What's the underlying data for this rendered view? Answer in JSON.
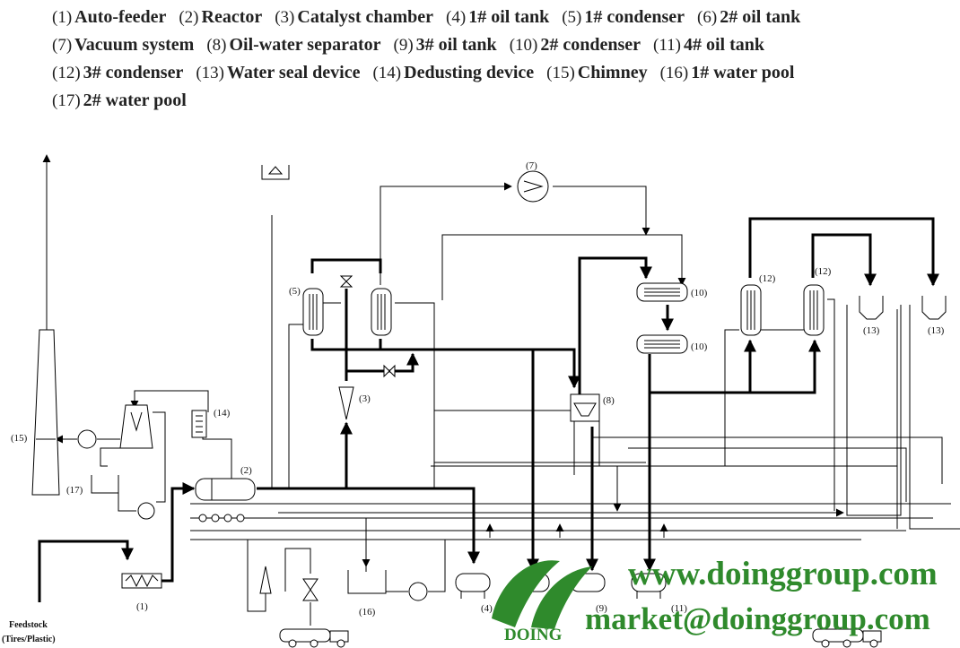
{
  "legend": [
    [
      {
        "num": "(1)",
        "name": "Auto-feeder"
      },
      {
        "num": "(2)",
        "name": "Reactor"
      },
      {
        "num": "(3)",
        "name": "Catalyst chamber"
      },
      {
        "num": "(4)",
        "name": "1# oil tank"
      },
      {
        "num": "(5)",
        "name": "1# condenser"
      },
      {
        "num": "(6)",
        "name": "2# oil tank"
      }
    ],
    [
      {
        "num": "(7)",
        "name": "Vacuum system"
      },
      {
        "num": "(8)",
        "name": "Oil-water separator"
      },
      {
        "num": "(9)",
        "name": "3# oil tank"
      },
      {
        "num": "(10)",
        "name": "2# condenser"
      },
      {
        "num": "(11)",
        "name": "4# oil tank"
      }
    ],
    [
      {
        "num": "(12)",
        "name": "3# condenser"
      },
      {
        "num": "(13)",
        "name": "Water seal device"
      },
      {
        "num": "(14)",
        "name": "Dedusting device"
      },
      {
        "num": "(15)",
        "name": "Chimney"
      },
      {
        "num": "(16)",
        "name": "1# water pool"
      }
    ],
    [
      {
        "num": "(17)",
        "name": "2# water pool"
      }
    ]
  ],
  "labels": {
    "l1": "(1)",
    "l2": "(2)",
    "l3": "(3)",
    "l4": "(4)",
    "l5": "(5)",
    "l7": "(7)",
    "l8": "(8)",
    "l9": "(9)",
    "l10a": "(10)",
    "l10b": "(10)",
    "l11": "(11)",
    "l12a": "(12)",
    "l12b": "(12)",
    "l13a": "(13)",
    "l13b": "(13)",
    "l14": "(14)",
    "l15": "(15)",
    "l16": "(16)",
    "l17": "(17)"
  },
  "feedstock": {
    "line1": "Feedstock",
    "line2": "(Tires/Plastic)"
  },
  "watermark": {
    "website": "www.doinggroup.com",
    "email": "market@doinggroup.com",
    "brand": "DOING",
    "color": "#2f8a2c"
  }
}
